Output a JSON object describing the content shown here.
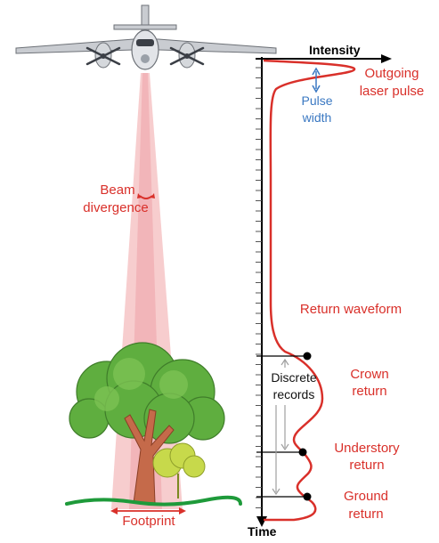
{
  "axes": {
    "intensity": "Intensity",
    "time": "Time"
  },
  "labels": {
    "outgoing_line1": "Outgoing",
    "outgoing_line2": "laser pulse",
    "pulse_line1": "Pulse",
    "pulse_line2": "width",
    "beam_line1": "Beam",
    "beam_line2": "divergence",
    "return_waveform": "Return waveform",
    "discrete_line1": "Discrete",
    "discrete_line2": "records",
    "crown_line1": "Crown",
    "crown_line2": "return",
    "understory_line1": "Understory",
    "understory_line2": "return",
    "ground_line1": "Ground",
    "ground_line2": "return",
    "footprint": "Footprint"
  },
  "colors": {
    "waveform": "#d9302a",
    "beam": "#f4b3b6",
    "pulse_width": "#3a78c2",
    "ground": "#1e9a3a",
    "canopy": "#5fae3f",
    "trunk": "#b85a3c"
  }
}
